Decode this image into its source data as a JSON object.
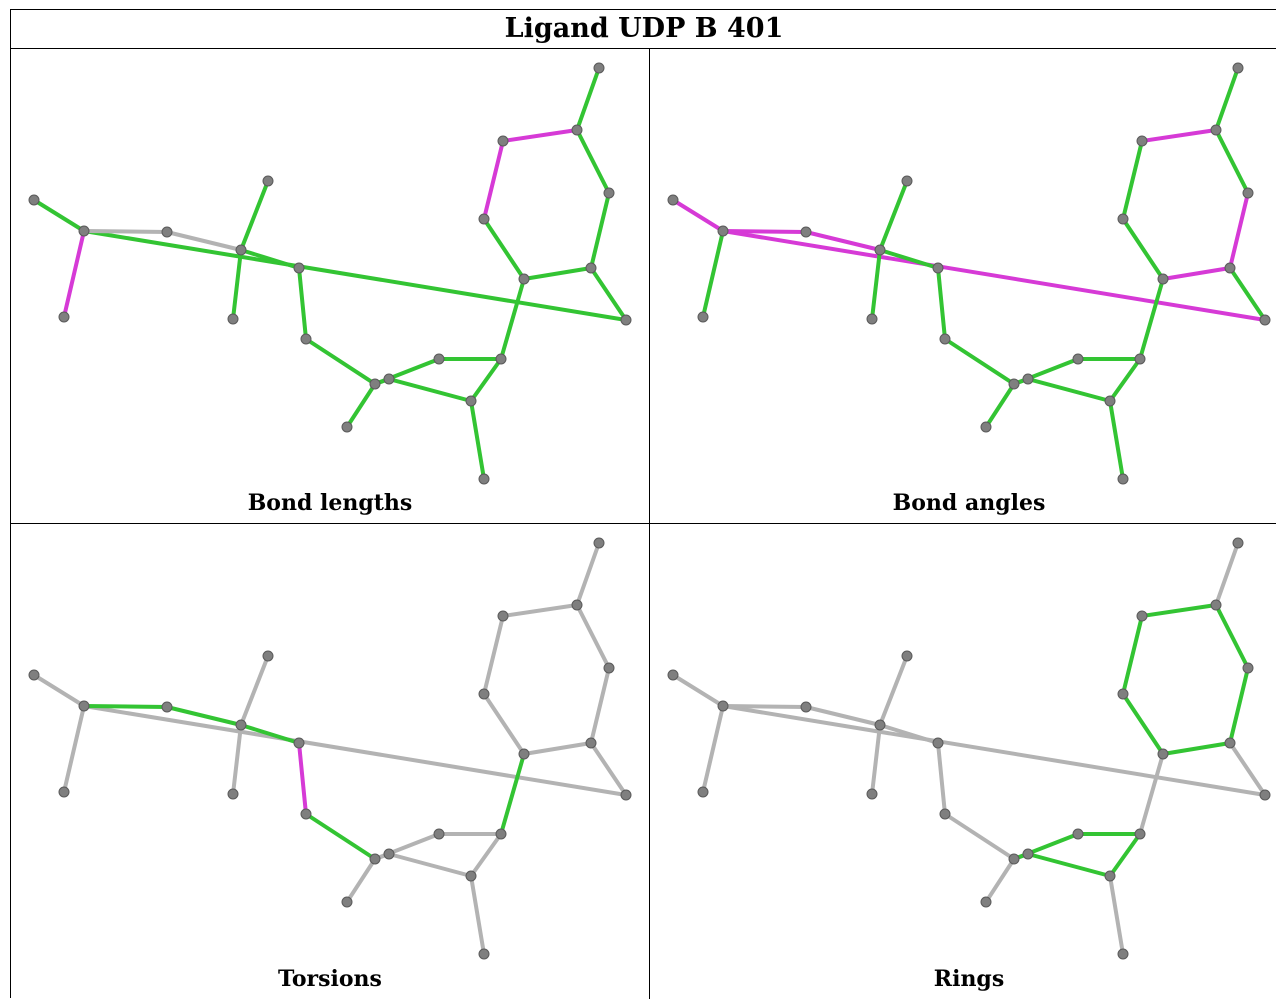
{
  "title": "Ligand UDP B 401",
  "colors": {
    "good": "#33c433",
    "outlier": "#d63ad6",
    "neutral": "#b3b3b3",
    "atom": "#7f7f7f"
  },
  "panels": [
    {
      "caption": "Bond lengths",
      "bonds": {
        "P1-O1": "good",
        "P1-O2": "good",
        "P1-O3": "outlier",
        "P1-O4": "neutral",
        "O4-P2": "neutral",
        "P2-O5": "good",
        "P2-O6": "good",
        "P2-O7": "good",
        "O7-C5p": "good",
        "C5p-C4p": "good",
        "C4p-O3p": "good",
        "C4p-C3p": "good",
        "O4p-C1p": "good",
        "C1p-C2p": "good",
        "C2p-C3p": "good",
        "C2p-O2p": "good",
        "C1p-N1": "good",
        "N1-C2": "good",
        "C2-O2": "good",
        "C2-N3": "good",
        "N3-C4": "good",
        "C4-O4b": "good",
        "C4-C5": "outlier",
        "C5-C6": "outlier",
        "C6-N1": "good",
        "C4p-O4p": "good"
      }
    },
    {
      "caption": "Bond angles",
      "bonds": {
        "P1-O1": "outlier",
        "P1-O2": "outlier",
        "P1-O3": "good",
        "P1-O4": "outlier",
        "O4-P2": "outlier",
        "P2-O5": "good",
        "P2-O6": "good",
        "P2-O7": "good",
        "O7-C5p": "good",
        "C5p-C4p": "good",
        "C4p-O3p": "good",
        "C4p-C3p": "good",
        "O4p-C1p": "good",
        "C1p-C2p": "good",
        "C2p-C3p": "good",
        "C2p-O2p": "good",
        "C1p-N1": "good",
        "N1-C2": "outlier",
        "C2-O2": "good",
        "C2-N3": "outlier",
        "N3-C4": "good",
        "C4-O4b": "good",
        "C4-C5": "outlier",
        "C5-C6": "good",
        "C6-N1": "good",
        "C4p-O4p": "good"
      }
    },
    {
      "caption": "Torsions",
      "bonds": {
        "P1-O1": "neutral",
        "P1-O2": "neutral",
        "P1-O3": "neutral",
        "P1-O4": "good",
        "O4-P2": "good",
        "P2-O5": "neutral",
        "P2-O6": "neutral",
        "P2-O7": "good",
        "O7-C5p": "outlier",
        "C5p-C4p": "good",
        "C4p-O3p": "neutral",
        "C4p-C3p": "neutral",
        "O4p-C1p": "neutral",
        "C1p-C2p": "neutral",
        "C2p-C3p": "neutral",
        "C2p-O2p": "neutral",
        "C1p-N1": "good",
        "N1-C2": "neutral",
        "C2-O2": "neutral",
        "C2-N3": "neutral",
        "N3-C4": "neutral",
        "C4-O4b": "neutral",
        "C4-C5": "neutral",
        "C5-C6": "neutral",
        "C6-N1": "neutral",
        "C4p-O4p": "neutral"
      }
    },
    {
      "caption": "Rings",
      "bonds": {
        "P1-O1": "neutral",
        "P1-O2": "neutral",
        "P1-O3": "neutral",
        "P1-O4": "neutral",
        "O4-P2": "neutral",
        "P2-O5": "neutral",
        "P2-O6": "neutral",
        "P2-O7": "neutral",
        "O7-C5p": "neutral",
        "C5p-C4p": "neutral",
        "C4p-O3p": "neutral",
        "C4p-C3p": "good",
        "O4p-C1p": "good",
        "C1p-C2p": "good",
        "C2p-C3p": "good",
        "C2p-O2p": "neutral",
        "C1p-N1": "neutral",
        "N1-C2": "good",
        "C2-O2": "neutral",
        "C2-N3": "good",
        "N3-C4": "good",
        "C4-O4b": "neutral",
        "C4-C5": "good",
        "C5-C6": "good",
        "C6-N1": "good",
        "C4p-O4p": "good"
      }
    }
  ]
}
